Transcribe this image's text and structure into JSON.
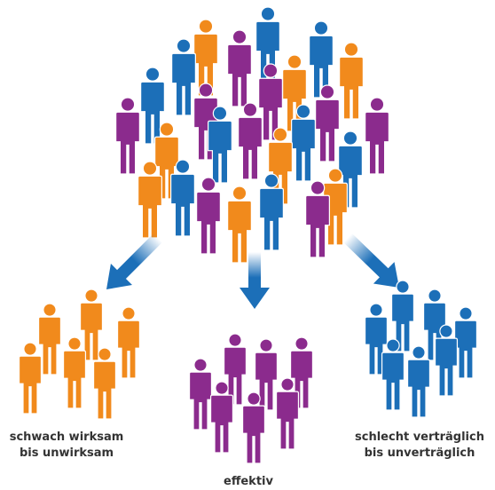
{
  "colors": {
    "orange": "#F18A1C",
    "blue": "#1C6FB8",
    "purple": "#8B2B8D",
    "arrow": "#1C6FB8"
  },
  "groups": {
    "left": {
      "line1": "schwach wirksam",
      "line2": "bis unwirksam",
      "color": "orange"
    },
    "center": {
      "line1": "effektiv",
      "color": "purple"
    },
    "right": {
      "line1": "schlecht verträglich",
      "line2": "bis unverträglich",
      "color": "blue"
    }
  },
  "icons": {
    "person": "person-icon",
    "arrow": "arrow-down-icon"
  }
}
